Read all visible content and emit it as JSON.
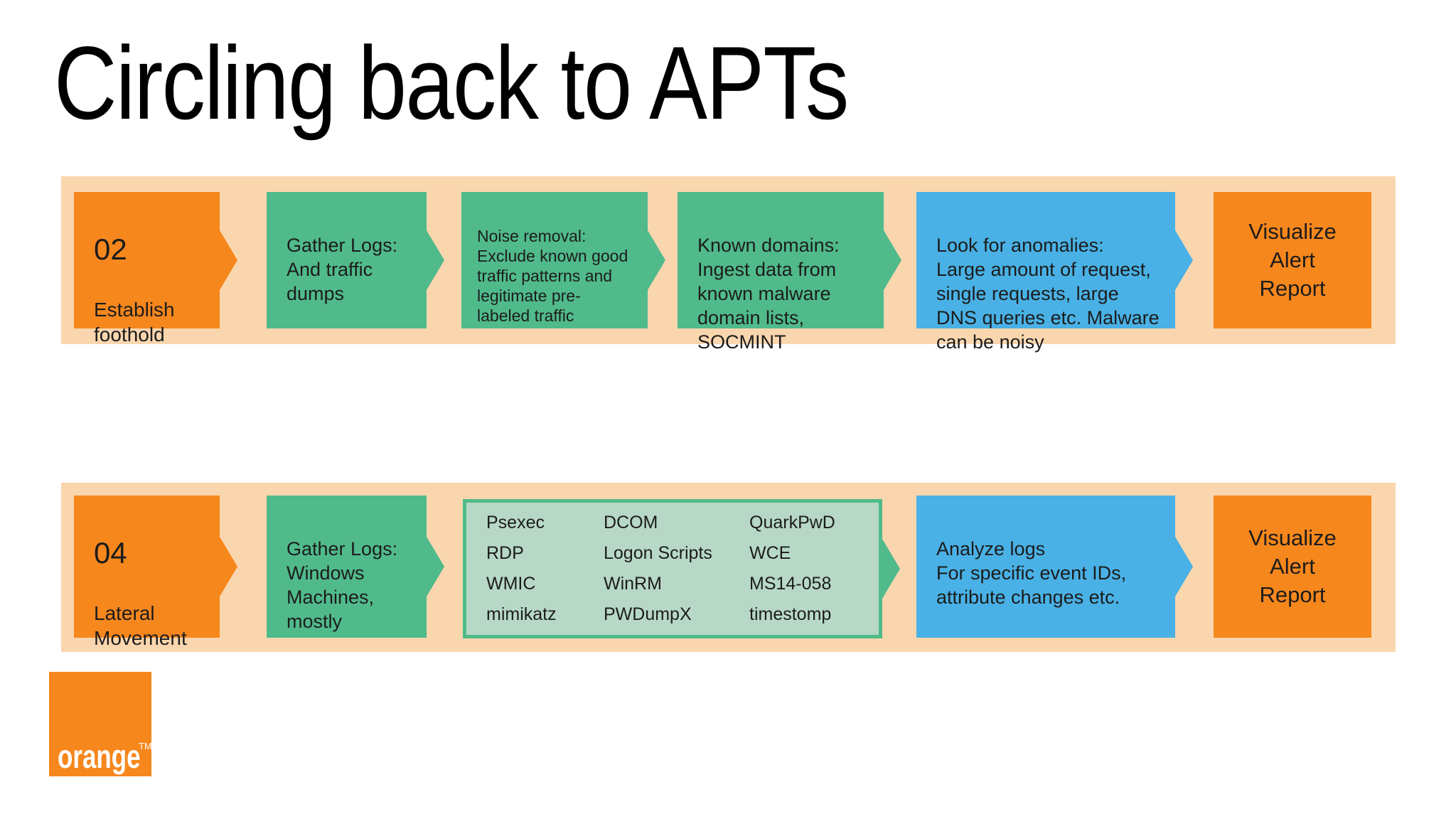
{
  "slide": {
    "title": "Circling back to APTs"
  },
  "colors": {
    "orange": "#F6871D",
    "green": "#50BA8B",
    "blue": "#49B1E5",
    "band_background": "#FAD6AE",
    "table_fill": "#B7D8C6",
    "text": "#1C1C1C",
    "logo_background": "#F6871D",
    "logo_text": "#FFFFFF"
  },
  "rows": [
    {
      "name": "establish-foothold-flow",
      "steps": [
        {
          "kind": "number",
          "color": "orange",
          "arrow": true,
          "number": "02",
          "label": "Establish\nfoothold"
        },
        {
          "kind": "text",
          "color": "green",
          "arrow": true,
          "text": "Gather Logs:\nAnd traffic\ndumps"
        },
        {
          "kind": "text",
          "color": "green",
          "arrow": true,
          "text": "Noise removal:\nExclude known good\ntraffic patterns and\nlegitimate pre-\nlabeled traffic"
        },
        {
          "kind": "text",
          "color": "green",
          "arrow": true,
          "text": "Known domains:\nIngest data from\nknown malware\ndomain lists,\nSOCMINT"
        },
        {
          "kind": "text",
          "color": "blue",
          "arrow": true,
          "text": "Look for anomalies:\nLarge amount of request,\nsingle requests, large\nDNS queries etc. Malware\ncan be noisy"
        },
        {
          "kind": "center",
          "color": "orange",
          "arrow": false,
          "text": "Visualize\nAlert\nReport"
        }
      ]
    },
    {
      "name": "lateral-movement-flow",
      "steps": [
        {
          "kind": "number",
          "color": "orange",
          "arrow": true,
          "number": "04",
          "label": "Lateral\nMovement"
        },
        {
          "kind": "text",
          "color": "green",
          "arrow": true,
          "text": "Gather Logs:\nWindows\nMachines,\nmostly"
        },
        {
          "kind": "table",
          "arrow": true,
          "columns": [
            [
              "Psexec",
              "RDP",
              "WMIC",
              "mimikatz"
            ],
            [
              "DCOM",
              "Logon Scripts",
              "WinRM",
              "PWDumpX"
            ],
            [
              "QuarkPwD",
              "WCE",
              "MS14-058",
              "timestomp"
            ]
          ]
        },
        {
          "kind": "text",
          "color": "blue",
          "arrow": true,
          "text": "Analyze logs\nFor specific event IDs,\nattribute changes etc."
        },
        {
          "kind": "center",
          "color": "orange",
          "arrow": false,
          "text": "Visualize\nAlert\nReport"
        }
      ]
    }
  ],
  "logo": {
    "wordmark": "orange",
    "tm": "TM"
  }
}
